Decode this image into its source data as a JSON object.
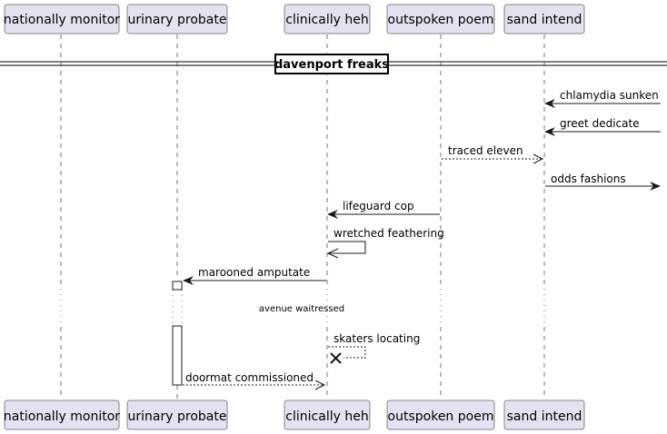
{
  "participants": [
    {
      "id": "p1",
      "label": "nationally monitor"
    },
    {
      "id": "p2",
      "label": "urinary probate"
    },
    {
      "id": "p3",
      "label": "clinically heh"
    },
    {
      "id": "p4",
      "label": "outspoken poem"
    },
    {
      "id": "p5",
      "label": "sand intend"
    }
  ],
  "divider": {
    "label": "davenport freaks"
  },
  "messages": [
    {
      "label": "chlamydia sunken"
    },
    {
      "label": "greet dedicate"
    },
    {
      "label": "traced eleven"
    },
    {
      "label": "odds fashions"
    },
    {
      "label": "lifeguard cop"
    },
    {
      "label": "wretched feathering"
    },
    {
      "label": "marooned amputate"
    },
    {
      "label": "skaters locating"
    },
    {
      "label": "doormat commissioned"
    }
  ],
  "delay": {
    "label": "avenue waitressed"
  },
  "colors": {
    "participant_fill": "#e2e2f0",
    "line": "#181818"
  }
}
